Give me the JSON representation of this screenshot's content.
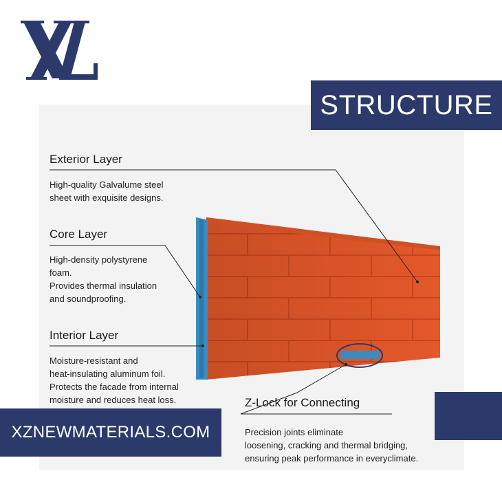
{
  "logo": {
    "text": "XL"
  },
  "structure_banner": {
    "label": "STRUCTURE"
  },
  "website_banner": {
    "label": "XZNEWMATERIALS.COM"
  },
  "exterior": {
    "title": "Exterior Layer",
    "lines": [
      "High-quality Galvalume steel",
      "sheet with exquisite designs."
    ]
  },
  "core": {
    "title": "Core Layer",
    "lines": [
      "High-density polystyrene",
      "foam.",
      "Provides thermal insulation",
      "and soundproofing."
    ]
  },
  "interior": {
    "title": "Interior Layer",
    "lines": [
      "Moisture-resistant and",
      "heat-insulating aluminum foil.",
      "Protects the facade from internal",
      "moisture and reduces heat loss."
    ]
  },
  "zlock": {
    "title": "Z-Lock for Connecting",
    "lines": [
      "Precision joints eliminate",
      "loosening, cracking and thermal bridging,",
      "ensuring peak performance in everyclimate."
    ]
  },
  "colors": {
    "navy": "#2b3a6b",
    "panel_orange": "#e4582a",
    "edge_blue": "#3a8cc0",
    "background": "#f3f3f4"
  }
}
